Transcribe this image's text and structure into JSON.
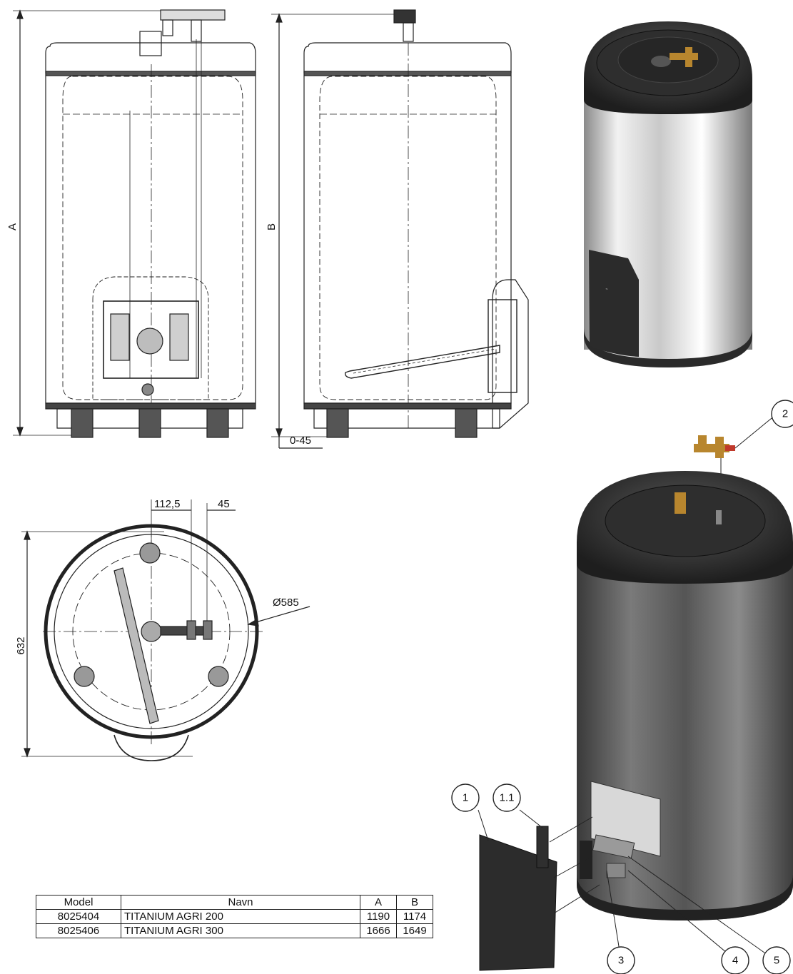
{
  "dimensions": {
    "height_label_front": "A",
    "height_label_side": "B",
    "foot_adjust": "0-45",
    "offset_1": "112,5",
    "offset_2": "45",
    "diameter": "Ø585",
    "depth": "632"
  },
  "callouts": [
    "1",
    "1.1",
    "2",
    "3",
    "4",
    "5"
  ],
  "table": {
    "headers": [
      "Model",
      "Navn",
      "A",
      "B"
    ],
    "rows": [
      [
        "8025404",
        "TITANIUM AGRI 200",
        "1190",
        "1174"
      ],
      [
        "8025406",
        "TITANIUM AGRI 300",
        "1666",
        "1649"
      ]
    ]
  },
  "colors": {
    "line": "#222222",
    "dim_text": "#111111",
    "tank_dark": "#2b2b2b",
    "steel_light": "#e8e8e8",
    "steel_dark": "#5a5a5a",
    "brass": "#b8862e"
  }
}
